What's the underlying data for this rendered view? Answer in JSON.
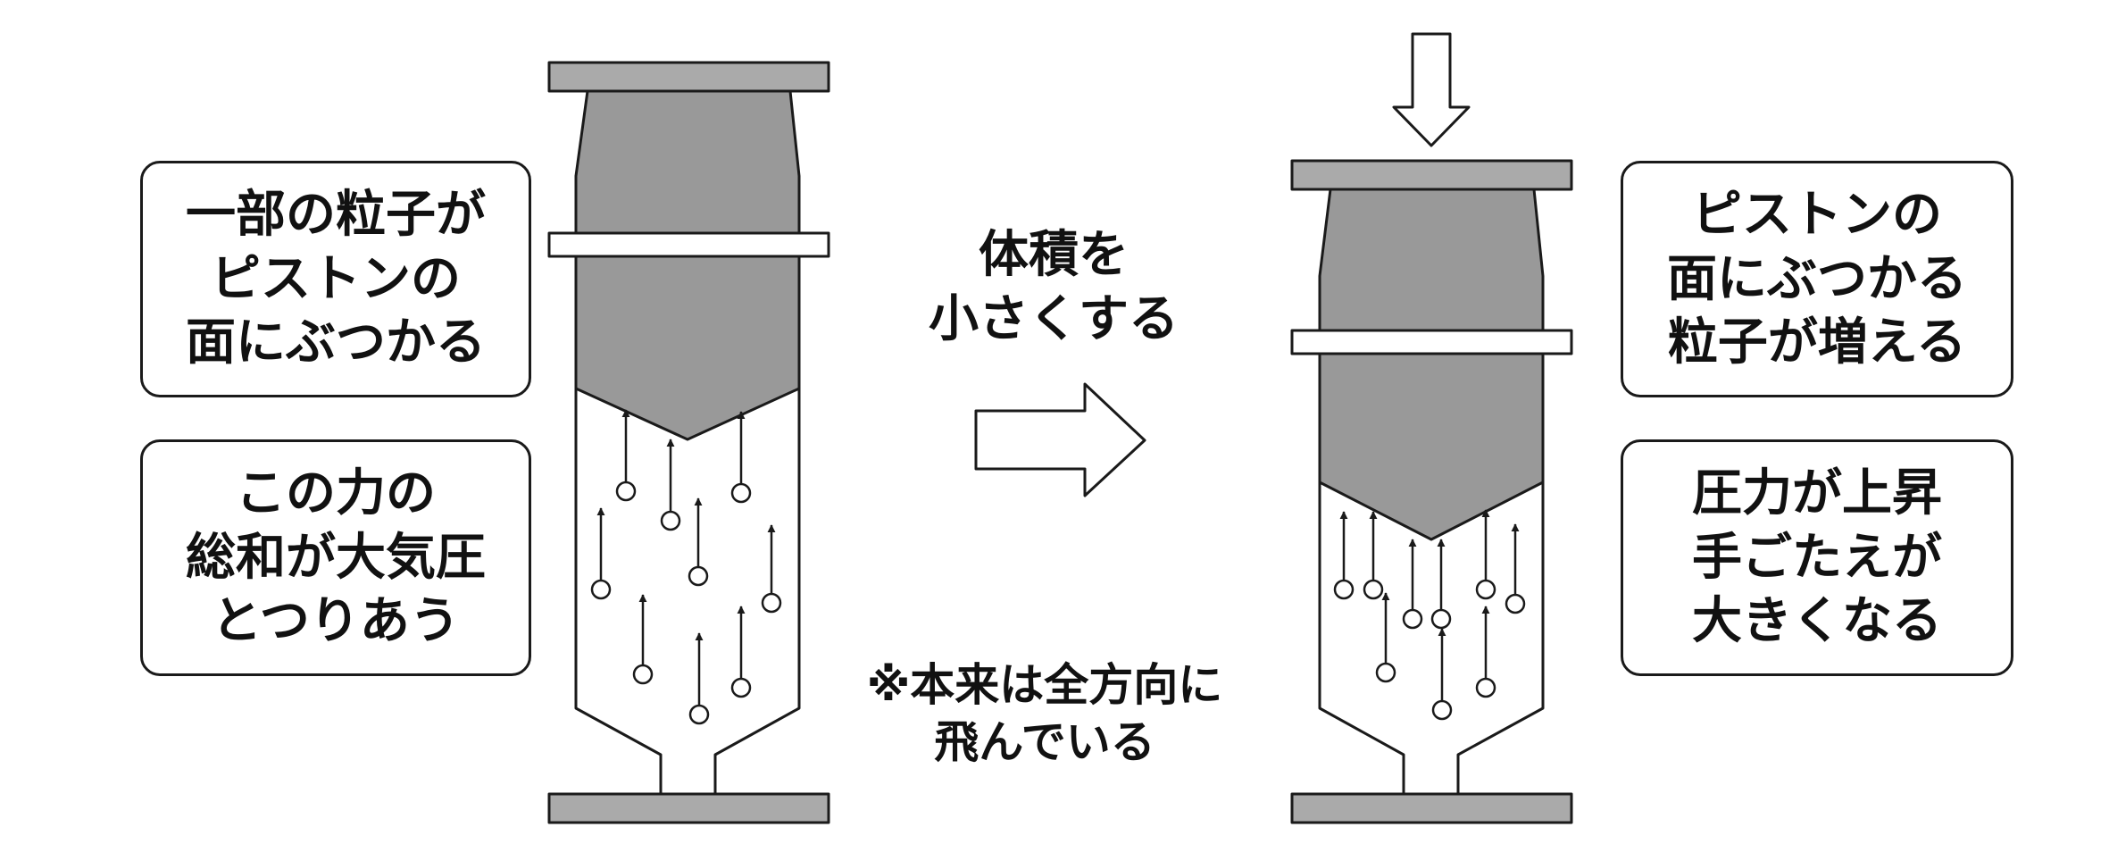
{
  "left_box_top": {
    "lines": [
      "一部の粒子が",
      "ピストンの",
      "面にぶつかる"
    ]
  },
  "left_box_bottom": {
    "lines": [
      "この力の",
      "総和が大気圧",
      "とつりあう"
    ]
  },
  "center_label": {
    "lines": [
      "体積を",
      "小さくする"
    ]
  },
  "note": {
    "lines": [
      "※本来は全方向に",
      "飛んでいる"
    ]
  },
  "right_box_top": {
    "lines": [
      "ピストンの",
      "面にぶつかる",
      "粒子が増える"
    ]
  },
  "right_box_bottom": {
    "lines": [
      "圧力が上昇",
      "手ごたえが",
      "大きくなる"
    ]
  },
  "colors": {
    "piston": "#999999",
    "plate": "#aaaaaa",
    "stroke": "#1a1a1a"
  }
}
